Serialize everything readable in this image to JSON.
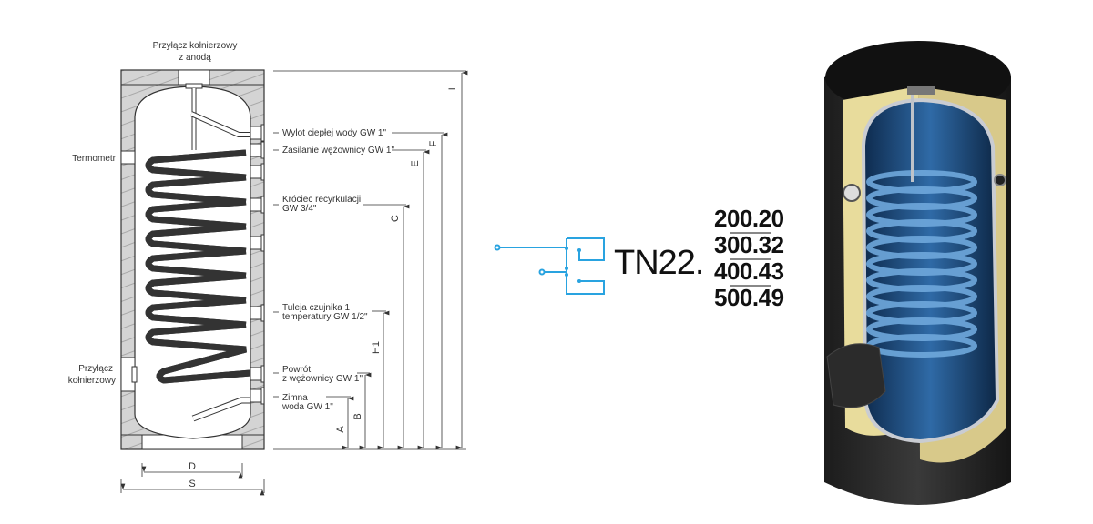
{
  "diagram": {
    "labels": {
      "top_flange": [
        "Przyłącz kołnierzowy",
        "z anodą"
      ],
      "thermometer": "Termometr",
      "side_flange": [
        "Przyłącz",
        "kołnierzowy"
      ],
      "hot_outlet": "Wylot ciepłej wody GW 1\"",
      "coil_supply": "Zasilanie wężownicy GW 1\"",
      "recirculation": [
        "Króciec recyrkulacji",
        "GW 3/4\""
      ],
      "sensor_sleeve": [
        "Tuleja czujnika 1",
        "temperatury GW 1/2\""
      ],
      "coil_return": [
        "Powrót",
        "z wężownicy GW 1\""
      ],
      "cold_water": [
        "Zimna",
        "woda GW 1\""
      ]
    },
    "dimensions": [
      "L",
      "F",
      "E",
      "C",
      "H1",
      "B",
      "A",
      "D",
      "S"
    ]
  },
  "product": {
    "prefix": "TN22.",
    "variants": [
      "200.20",
      "300.32",
      "400.43",
      "500.49"
    ],
    "icon": "single-coil-schematic-icon",
    "icon_color": "#29a3e0"
  }
}
